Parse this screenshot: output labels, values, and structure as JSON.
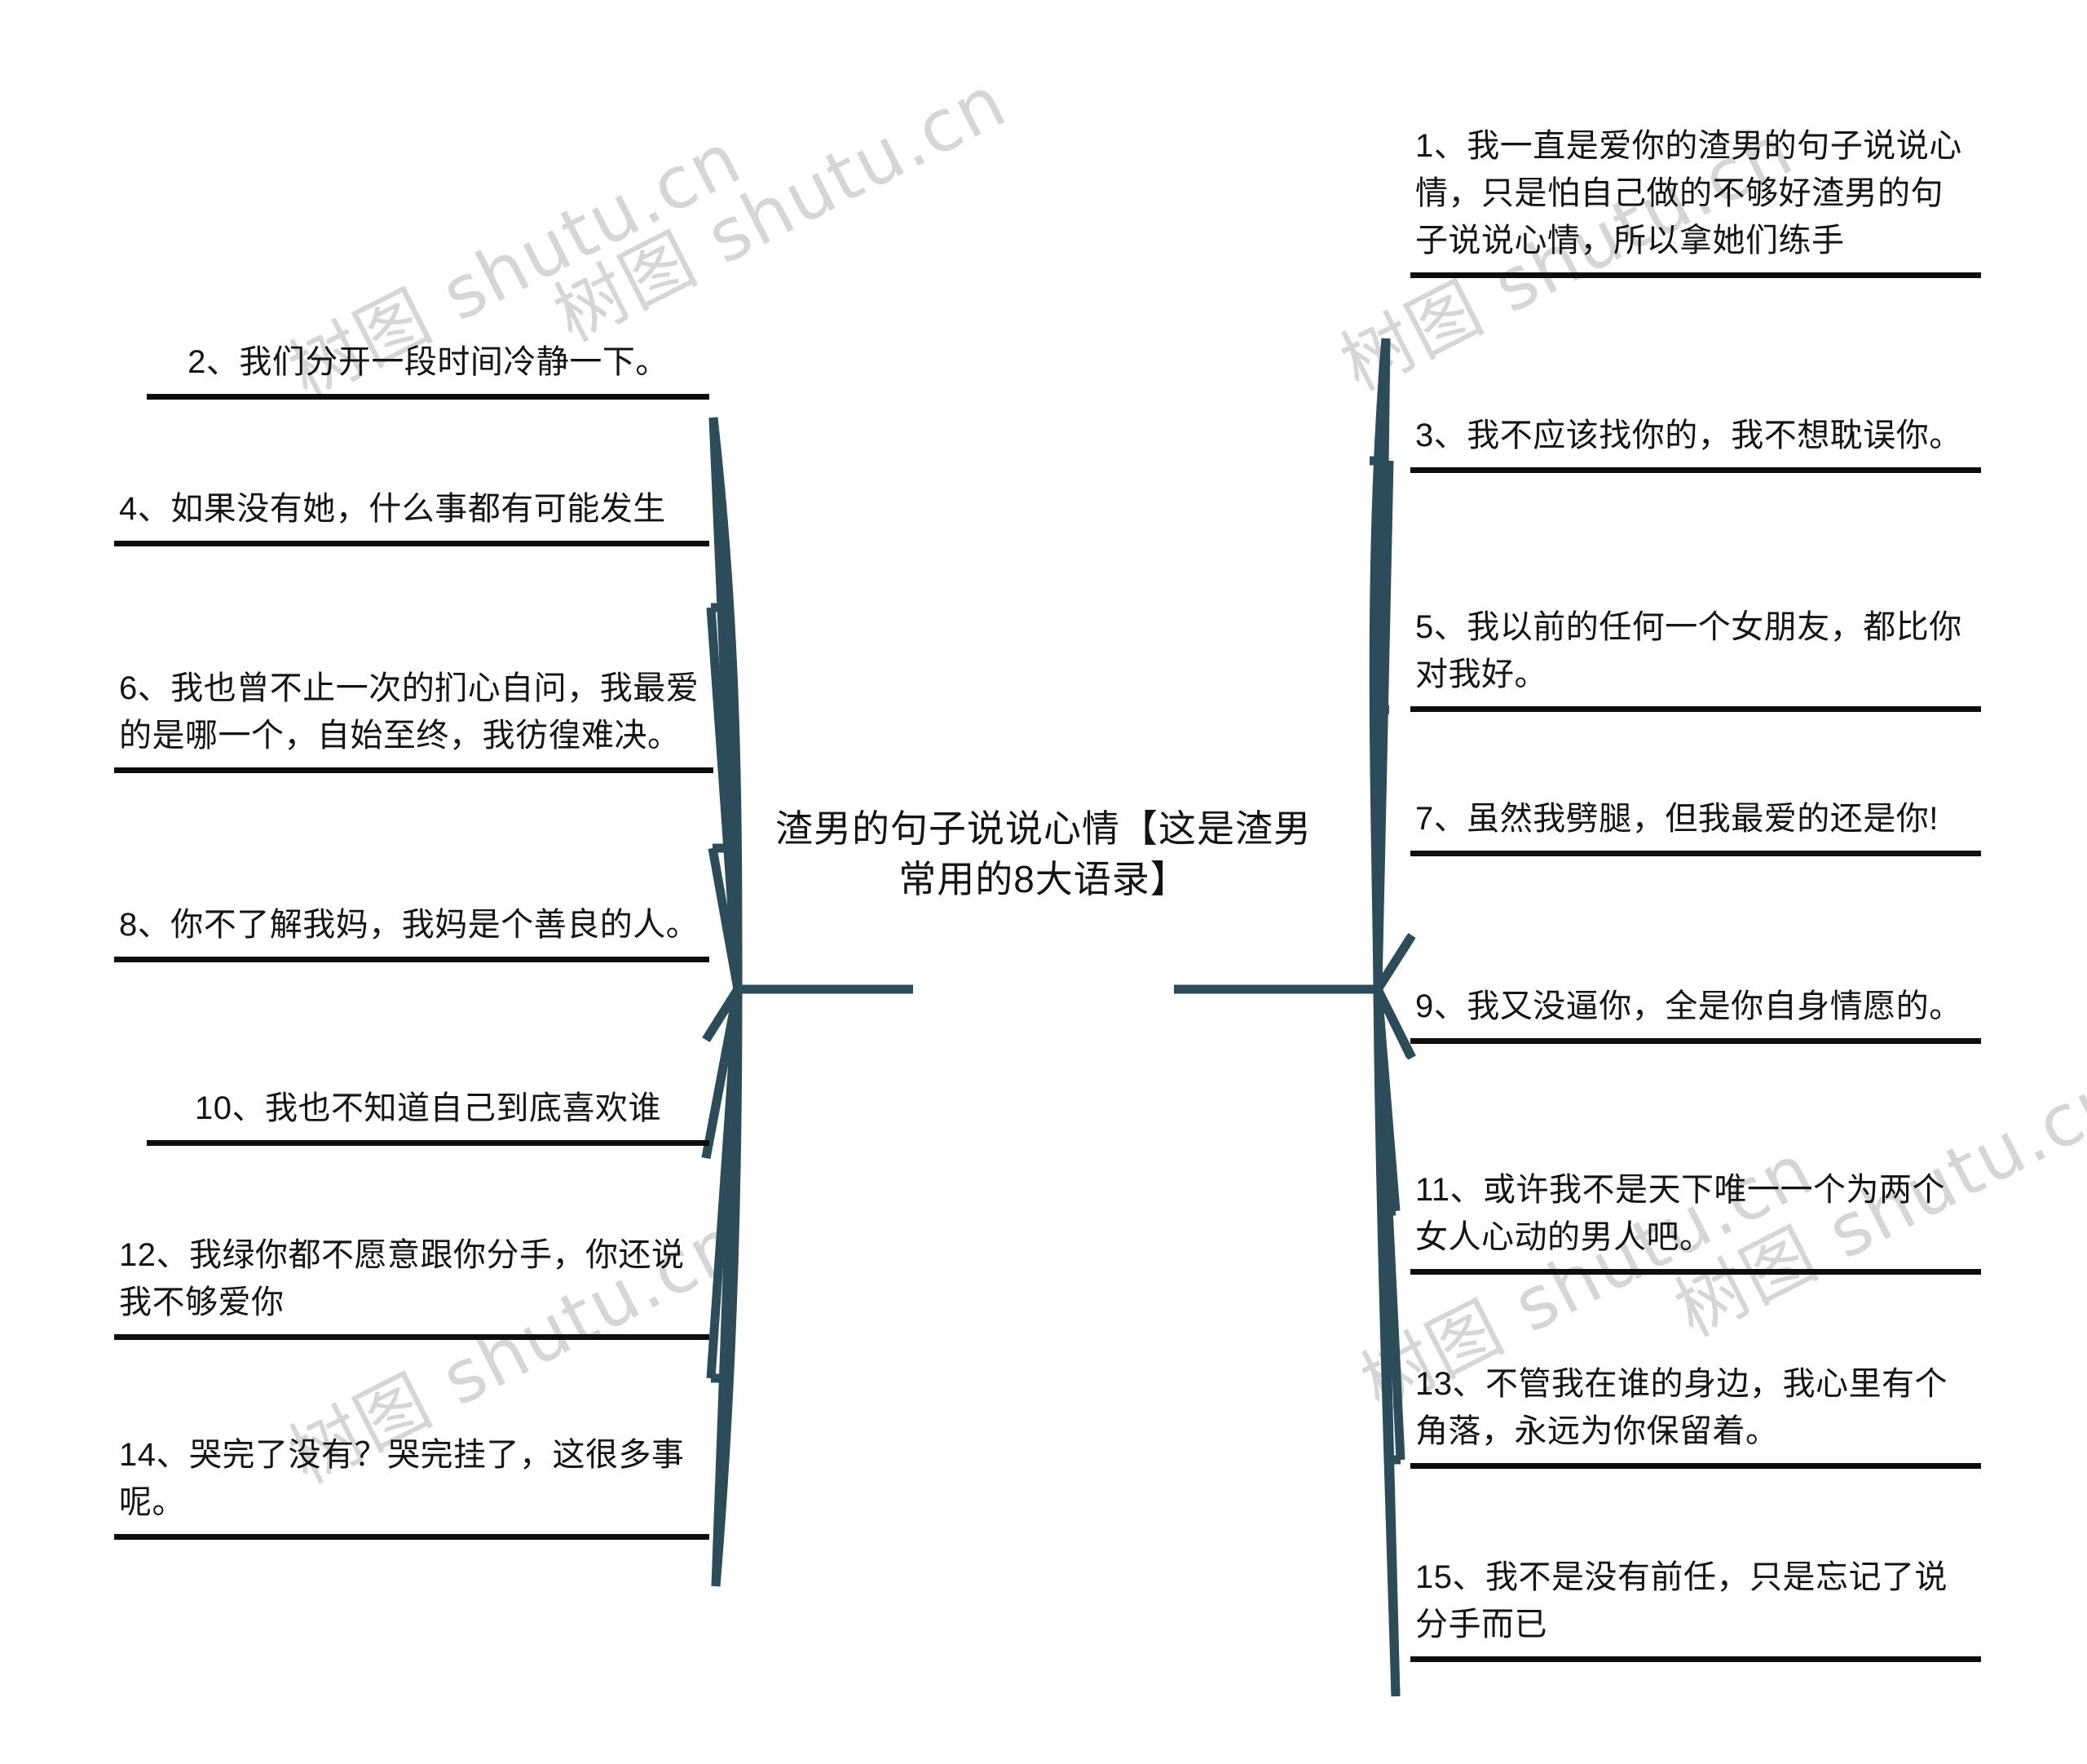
{
  "map": {
    "title": "渣男的句子说说心情【这是渣男常用的8大语录】",
    "branch_color": "#2c4c5a",
    "rule_color": "#0d0d0d",
    "text_color": "#141414",
    "background": "#ffffff"
  },
  "watermark": {
    "text": "树图 shutu.cn",
    "color": "#cfcfcf"
  },
  "left_branches": [
    {
      "id": "b2",
      "label": "2、我们分开一段时间冷静一下。"
    },
    {
      "id": "b4",
      "label": "4、如果没有她，什么事都有可能发生"
    },
    {
      "id": "b6",
      "label": "6、我也曾不止一次的扪心自问，我最爱的是哪一个，自始至终，我彷徨难决。"
    },
    {
      "id": "b8",
      "label": "8、你不了解我妈，我妈是个善良的人。"
    },
    {
      "id": "b10",
      "label": "10、我也不知道自己到底喜欢谁"
    },
    {
      "id": "b12",
      "label": "12、我绿你都不愿意跟你分手，你还说我不够爱你"
    },
    {
      "id": "b14",
      "label": "14、哭完了没有？哭完挂了，这很多事呢。"
    }
  ],
  "right_branches": [
    {
      "id": "b1",
      "label": "1、我一直是爱你的渣男的句子说说心情，只是怕自己做的不够好渣男的句子说说心情，所以拿她们练手"
    },
    {
      "id": "b3",
      "label": "3、我不应该找你的，我不想耽误你。"
    },
    {
      "id": "b5",
      "label": "5、我以前的任何一个女朋友，都比你对我好。"
    },
    {
      "id": "b7",
      "label": "7、虽然我劈腿，但我最爱的还是你!"
    },
    {
      "id": "b9",
      "label": "9、我又没逼你，全是你自身情愿的。"
    },
    {
      "id": "b11",
      "label": "11、或许我不是天下唯一一个为两个女人心动的男人吧。"
    },
    {
      "id": "b13",
      "label": "13、不管我在谁的身边，我心里有个角落，永远为你保留着。"
    },
    {
      "id": "b15",
      "label": "15、我不是没有前任，只是忘记了说分手而已"
    }
  ]
}
